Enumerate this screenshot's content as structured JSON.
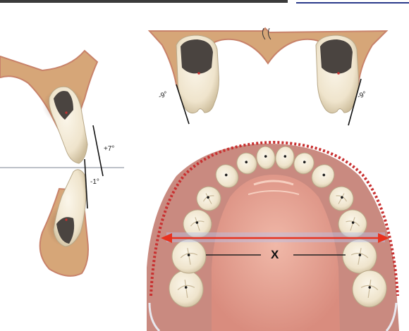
{
  "labels": {
    "arch_width": "X",
    "angle_left_molar": "-9°",
    "angle_right_molar": "-9°",
    "angle_upper_incisor": "+7°",
    "angle_lower_incisor": "-1°"
  },
  "colors": {
    "bone": "#d6a678",
    "bone_edge": "#c8826a",
    "gum": "#c98a80",
    "palate": "#e8a898",
    "tooth": "#f2ead6",
    "tooth_shadow": "#d4c6a8",
    "pulp": "#4a4440",
    "arch_dots": "#c83030",
    "width_arrow": "#e8321e",
    "baseline": "#7a8090"
  },
  "icons": [
    "width-arrow-icon",
    "arch-outline-icon"
  ]
}
